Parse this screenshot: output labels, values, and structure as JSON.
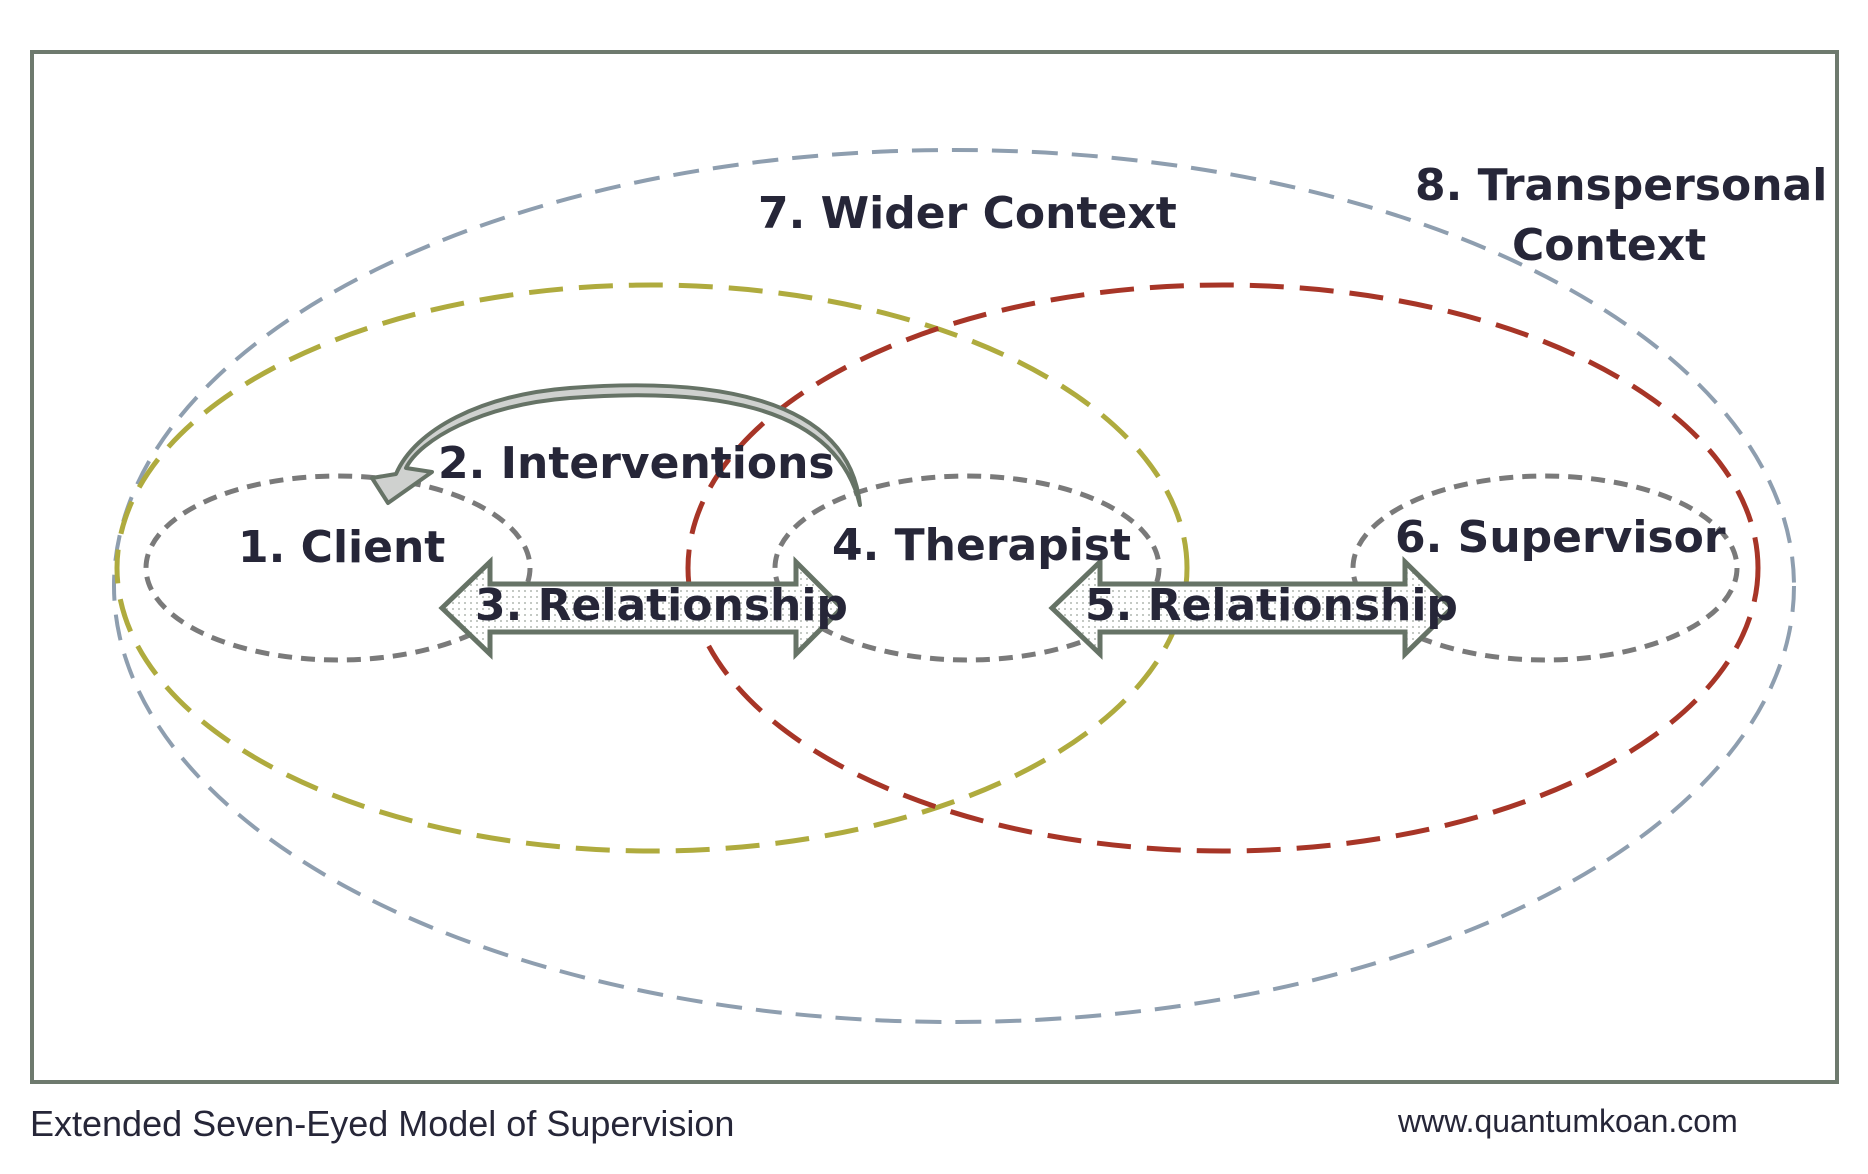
{
  "labels": {
    "client": "1. Client",
    "interventions": "2. Interventions",
    "relationship_3": "3. Relationship",
    "therapist": "4. Therapist",
    "relationship_5": "5. Relationship",
    "supervisor": "6. Supervisor",
    "wider_context": "7. Wider Context",
    "transpersonal_line1": "8. Transpersonal",
    "transpersonal_line2": "Context"
  },
  "caption": "Extended Seven-Eyed Model of Supervision",
  "website": "www.quantumkoan.com",
  "colors": {
    "frame": "#6e7a6e",
    "wider_context_ellipse": "#8e9eaf",
    "client_system_ellipse": "#afab3e",
    "supervisor_system_ellipse": "#a73527",
    "inner_ellipses": "#7a7a7a",
    "arrow_stroke": "#667366",
    "text": "#262638"
  }
}
